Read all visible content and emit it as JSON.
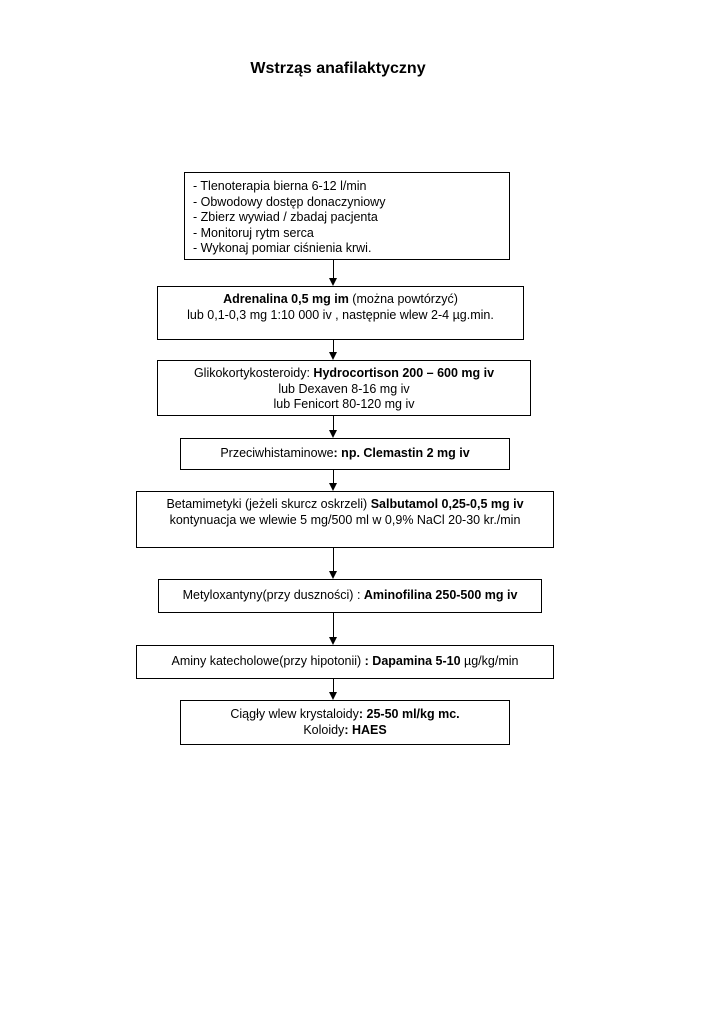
{
  "title": "Wstrząs anafilaktyczny",
  "steps": [
    {
      "lines": [
        "- Tlenoterapia bierna 6-12 l/min",
        "- Obwodowy dostęp donaczyniowy",
        "- Zbierz wywiad / zbadaj pacjenta",
        "- Monitoruj rytm serca",
        "- Wykonaj pomiar ciśnienia krwi."
      ]
    },
    {
      "line1_bold": "Adrenalina 0,5 mg im",
      "line1_rest": " (można powtórzyć)",
      "line2": "lub 0,1-0,3 mg 1:10 000 iv , następnie wlew 2-4 µg.min."
    },
    {
      "line1_pre": "Glikokortykosteroidy: ",
      "line1_bold": "Hydrocortison 200 – 600 mg iv",
      "line2": "lub Dexaven 8-16 mg iv",
      "line3": "lub Fenicort 80-120 mg iv"
    },
    {
      "pre": "Przeciwhistaminowe",
      "bold": ": np. Clemastin 2 mg iv"
    },
    {
      "line1_pre": "Betamimetyki (jeżeli skurcz oskrzeli) ",
      "line1_bold": "Salbutamol 0,25-0,5 mg iv",
      "line2": "kontynuacja we wlewie 5 mg/500 ml w 0,9% NaCl 20-30 kr./min"
    },
    {
      "pre": "Metyloxantyny(przy duszności) : ",
      "bold": "Aminofilina 250-500 mg iv"
    },
    {
      "pre": "Aminy katecholowe(przy hipotonii) ",
      "bold": ": Dapamina 5-10",
      "post": " µg/kg/min"
    },
    {
      "line1_pre": "Ciągły wlew krystaloidy",
      "line1_bold": ": 25-50 ml/kg mc.",
      "line2_pre": "Koloidy",
      "line2_bold": ": HAES"
    }
  ]
}
